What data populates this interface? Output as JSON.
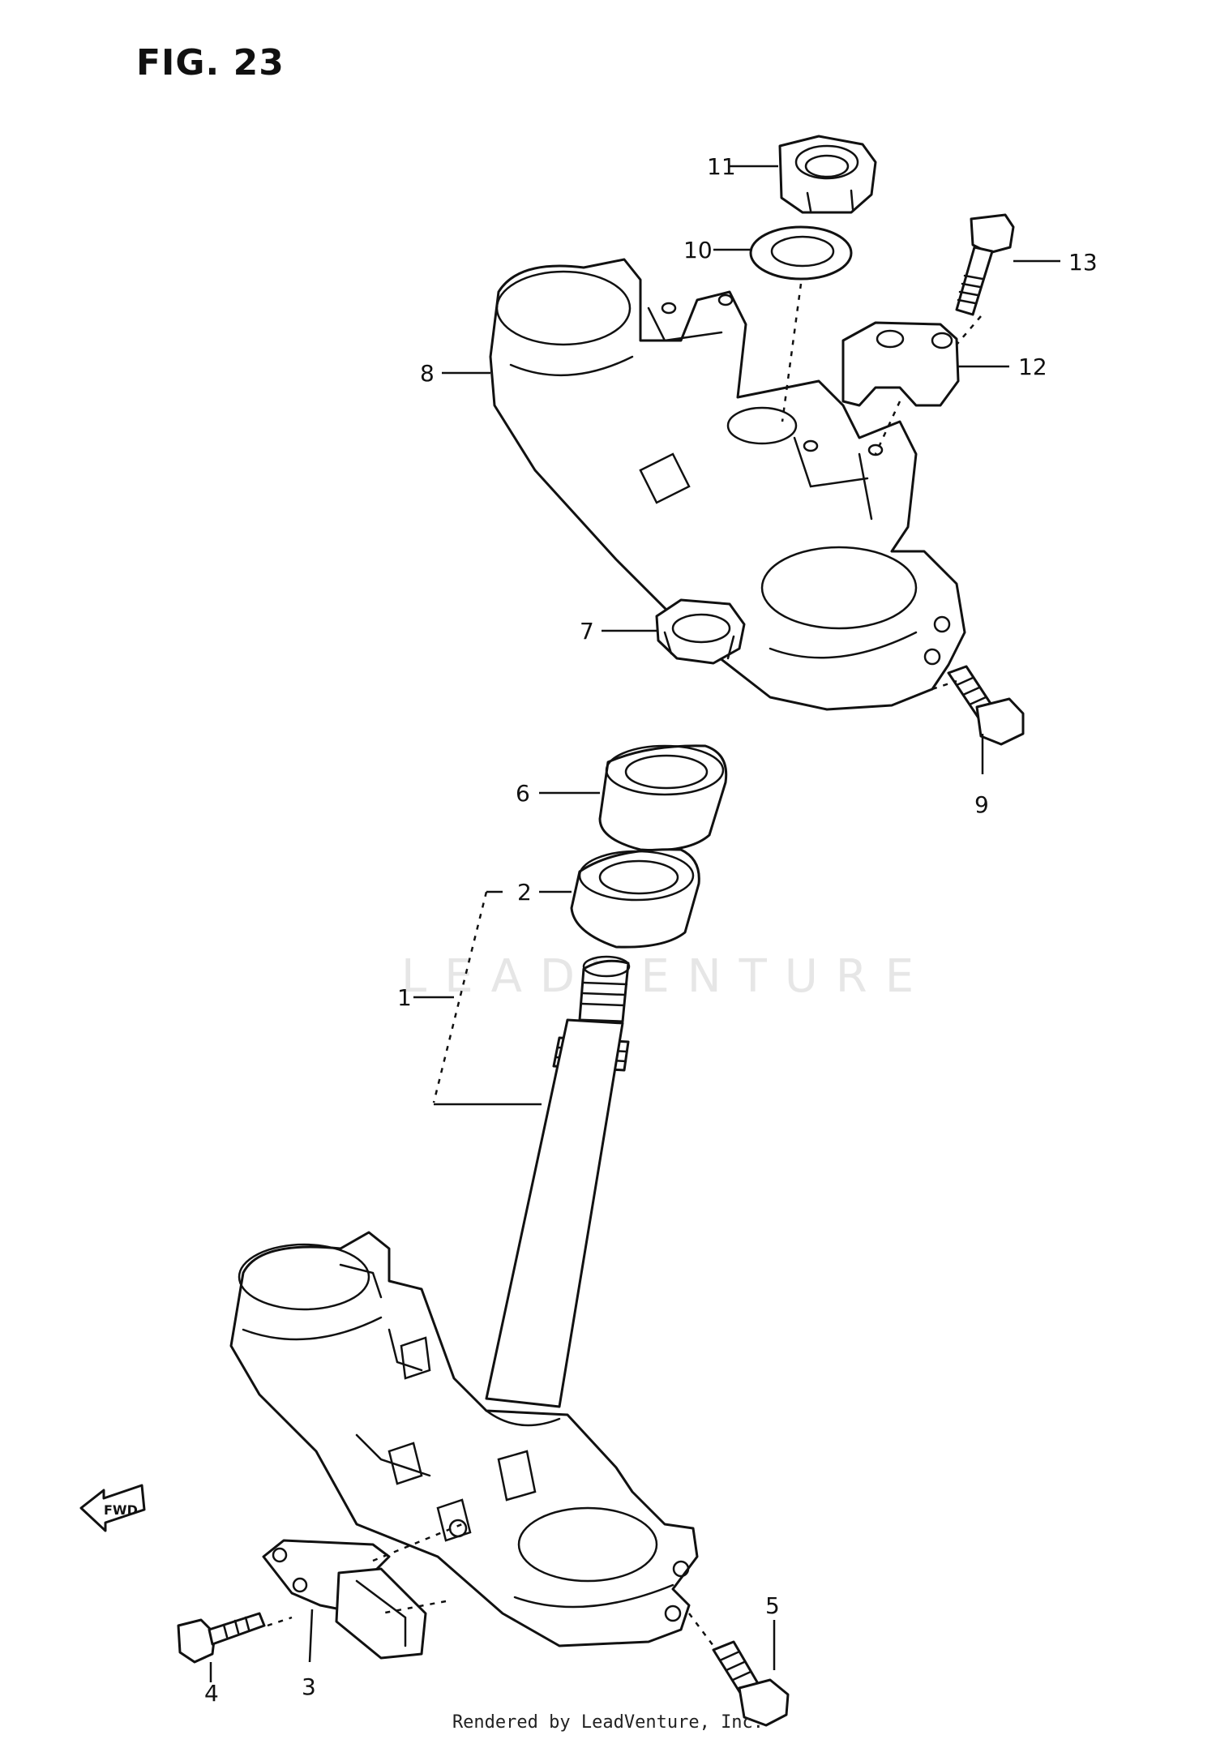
{
  "figure": {
    "title": "FIG. 23"
  },
  "watermark": "LEADVENTURE",
  "footer": "Rendered by LeadVenture, Inc.",
  "fwd_label": "FWD",
  "callouts": [
    "1",
    "2",
    "3",
    "4",
    "5",
    "6",
    "7",
    "8",
    "9",
    "10",
    "11",
    "12",
    "13"
  ]
}
